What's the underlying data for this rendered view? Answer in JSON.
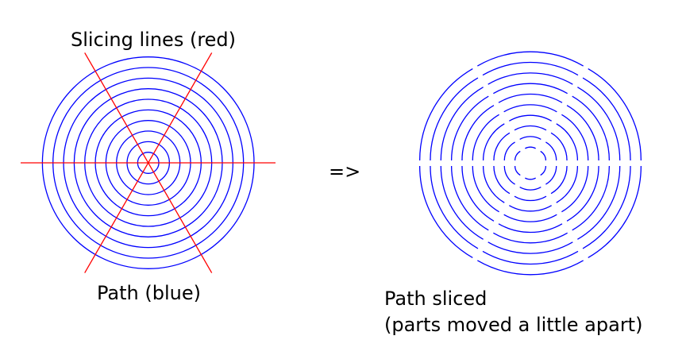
{
  "left": {
    "title": "Slicing lines (red)",
    "caption": "Path (blue)"
  },
  "arrow": "=>",
  "right": {
    "caption_line1": "Path sliced",
    "caption_line2": "(parts moved a little apart)"
  },
  "colors": {
    "path": "#0000ff",
    "slice": "#ff0000"
  }
}
